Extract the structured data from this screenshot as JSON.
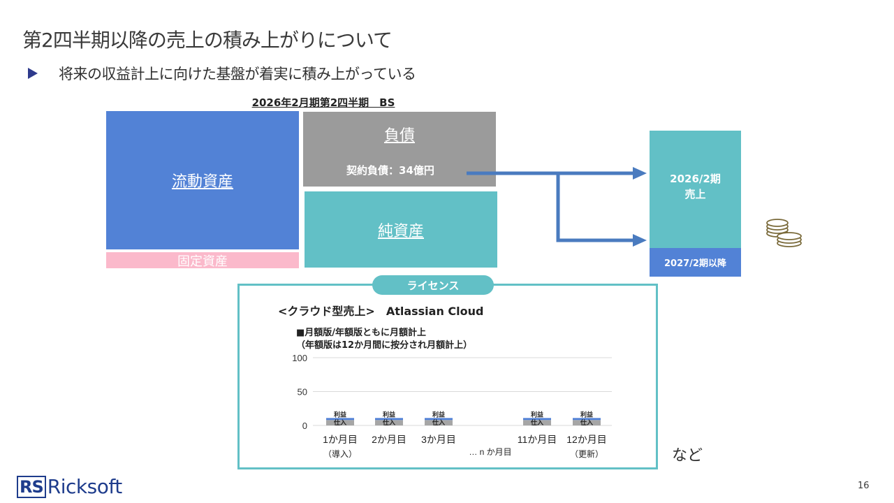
{
  "slide": {
    "title": "第2四半期以降の売上の積み上がりについて",
    "bullet": "将来の収益計上に向けた基盤が着実に積み上がっている",
    "page_number": "16",
    "nado": "など"
  },
  "balance_sheet": {
    "title": "2026年2月期第2四半期　BS",
    "current_assets": "流動資産",
    "fixed_assets": "固定資産",
    "liabilities": "負債",
    "contract_liabilities": "契約負債：34億円",
    "net_assets": "純資産"
  },
  "revenue": {
    "current_line1": "2026/2期",
    "current_line2": "売上",
    "future": "2027/2期以降",
    "coins_icon": "coins-icon"
  },
  "license": {
    "pill": "ライセンス",
    "heading": "<クラウド型売上>　Atlassian Cloud",
    "note1": "■月額版/年額版ともに月額計上",
    "note2": "（年額版は12か月間に按分され月額計上）"
  },
  "chart_data": {
    "type": "bar",
    "stacked": true,
    "ylim": [
      0,
      100
    ],
    "yticks": [
      "100",
      "50",
      "0"
    ],
    "categories": [
      "1か月目",
      "2か月目",
      "3か月目",
      "11か月目",
      "12か月目"
    ],
    "category_sublabels": [
      "（導入）",
      "",
      "",
      "",
      "（更新）"
    ],
    "gap_label": "… n か月目",
    "series": [
      {
        "name": "仕入",
        "values": [
          8,
          8,
          8,
          8,
          8
        ],
        "color": "#a6a6a6"
      },
      {
        "name": "利益",
        "values": [
          3,
          3,
          3,
          3,
          3
        ],
        "color": "#5282d6"
      }
    ],
    "grid": true
  },
  "logo": {
    "mark": "RS",
    "text": "Ricksoft"
  },
  "colors": {
    "blue": "#5282d6",
    "teal": "#62c0c6",
    "gray": "#9b9b9b",
    "pink": "#fbb9cb",
    "arrow": "#4a7bbf",
    "navy": "#1e3c8c"
  }
}
